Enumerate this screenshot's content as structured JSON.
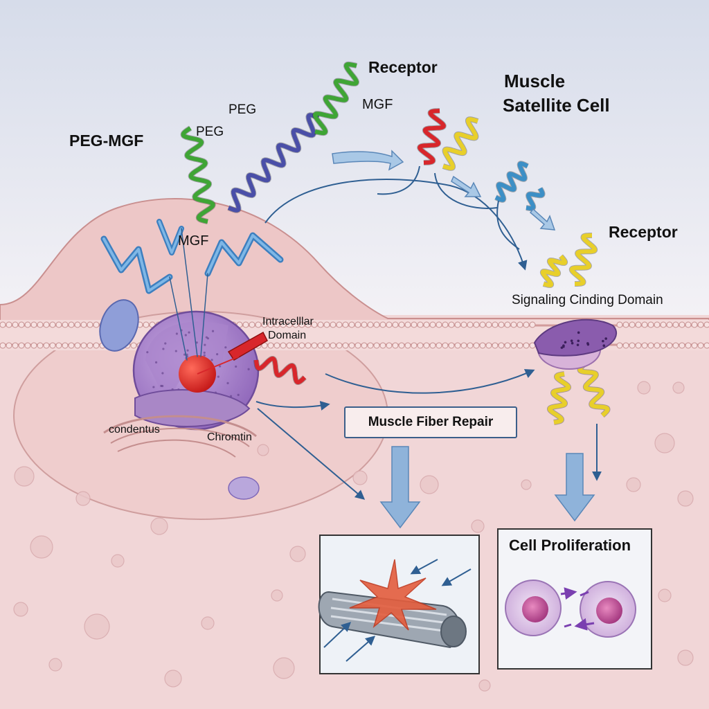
{
  "labels": {
    "peg_mgf": "PEG-MGF",
    "peg_1": "PEG",
    "peg_2": "PEG",
    "mgf_upper": "MGF",
    "mgf_lower": "MGF",
    "receptor_top": "Receptor",
    "muscle_satellite_line1": "Muscle",
    "muscle_satellite_line2": "Satellite Cell",
    "receptor_right": "Receptor",
    "signaling_domain": "Signaling Cinding Domain",
    "intracellular_line1": "Intracelllar",
    "intracellular_line2": "Domain",
    "condentus": "condentus",
    "chromtin": "Chromtin",
    "muscle_fiber_repair": "Muscle Fiber Repair",
    "cell_proliferation": "Cell Proliferation"
  },
  "colors": {
    "peg_helix": "#3fa535",
    "mgf_helix": "#4a4fa8",
    "receptor_helix_red": "#d8262b",
    "receptor_helix_yellow": "#e8cf2a",
    "receptor_helix_blue": "#3c8fc6",
    "arrow": "#2f5f92",
    "nucleus": "#9a6fc0",
    "membrane": "#e3b6b6",
    "repair_starburst": "#e05a3a",
    "dividing_cell": "#d9b8e4"
  },
  "icons": [
    "helix-icon",
    "arrow-icon",
    "nucleus-icon",
    "muscle-fiber-icon",
    "dividing-cell-icon"
  ]
}
